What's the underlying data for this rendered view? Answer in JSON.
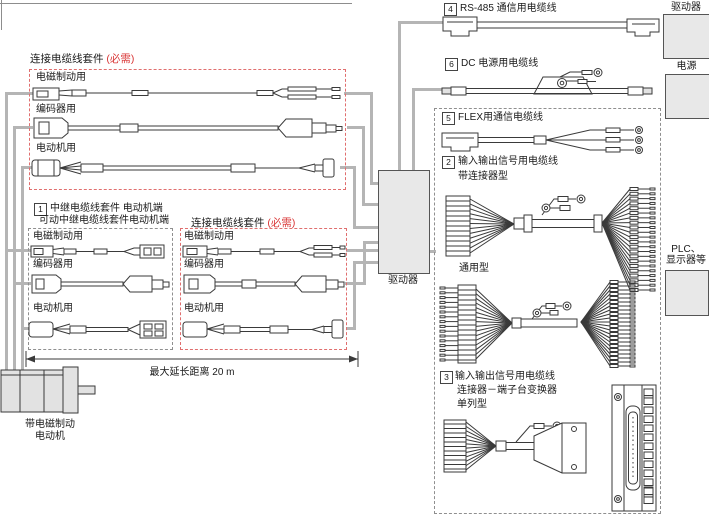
{
  "colors": {
    "required_red": "#d93636",
    "dashed_red": "#e06e6e",
    "bus_gray": "#b5b5b5",
    "box_fill": "#e8e8e8"
  },
  "left": {
    "kit_top": {
      "title": "连接电缆线套件",
      "required": "(必需)",
      "rows": [
        "电磁制动用",
        "编码器用",
        "电动机用"
      ]
    },
    "relay_note": {
      "num": "1",
      "line1": "中继电缆线套件 电动机端",
      "line2": "可动中继电缆线套件电动机端"
    },
    "relay_rows": [
      "电磁制动用",
      "编码器用",
      "电动机用"
    ],
    "kit_lower": {
      "title": "连接电缆线套件",
      "required": "(必需)",
      "rows": [
        "电磁制动用",
        "编码器用",
        "电动机用"
      ]
    },
    "dimension": "最大延长距离 20 m",
    "motor": {
      "line1": "带电磁制动",
      "line2": "电动机"
    }
  },
  "center": {
    "driver": "驱动器"
  },
  "right": {
    "item4": {
      "num": "4",
      "label": "RS-485 通信用电缆线"
    },
    "driver_box": "驱动器",
    "item6": {
      "num": "6",
      "label": "DC 电源用电缆线"
    },
    "power_box": "电源",
    "item5": {
      "num": "5",
      "label": "FLEX用通信电缆线"
    },
    "item2": {
      "num": "2",
      "line1": "输入输出信号用电缆线",
      "line2": "带连接器型"
    },
    "universal_label": "通用型",
    "item3": {
      "num": "3",
      "line1": "输入输出信号用电缆线",
      "line2": "连接器－端子台变换器",
      "line3": "单列型"
    },
    "plc": {
      "line1": "PLC、",
      "line2": "显示器等"
    }
  }
}
